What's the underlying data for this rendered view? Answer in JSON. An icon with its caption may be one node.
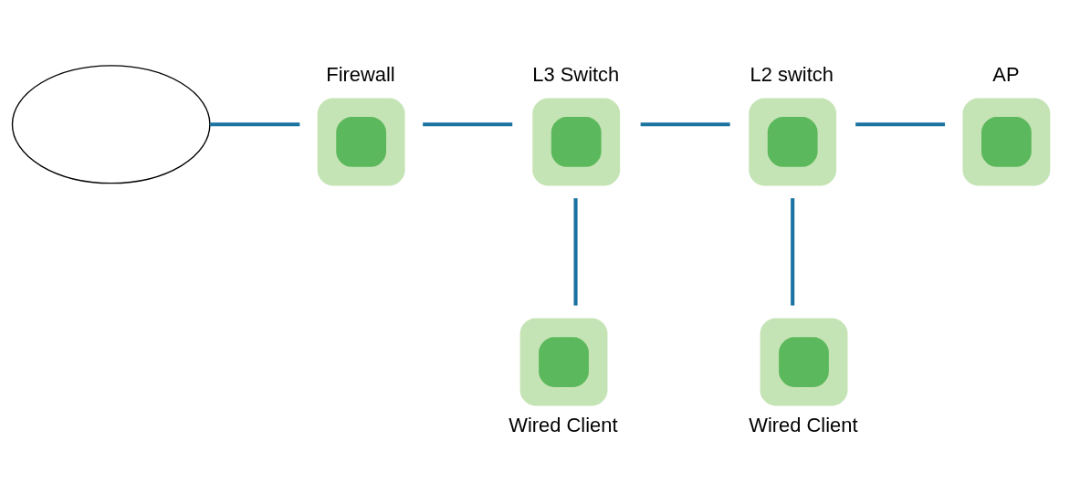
{
  "diagram": {
    "nodes": [
      {
        "text": [],
        "shape": "cloud"
      },
      {
        "text": [
          "Firewall"
        ]
      },
      {
        "text": [
          "L3 Switch"
        ]
      },
      {
        "text": [
          "L2 switch"
        ]
      },
      {
        "text": [
          "AP"
        ]
      },
      {
        "text": [
          "Wired Client"
        ]
      },
      {
        "text": [
          "Wired Client"
        ]
      }
    ],
    "edges": [
      {
        "from": 0,
        "to": 1,
        "arrow": "none"
      },
      {
        "from": 1,
        "to": 2,
        "arrow": "none"
      },
      {
        "from": 2,
        "to": 3,
        "arrow": "none"
      },
      {
        "from": 3,
        "to": 4,
        "arrow": "none"
      },
      {
        "from": 2,
        "to": 5,
        "arrow": "none"
      },
      {
        "from": 3,
        "to": 6,
        "arrow": "none"
      }
    ]
  }
}
